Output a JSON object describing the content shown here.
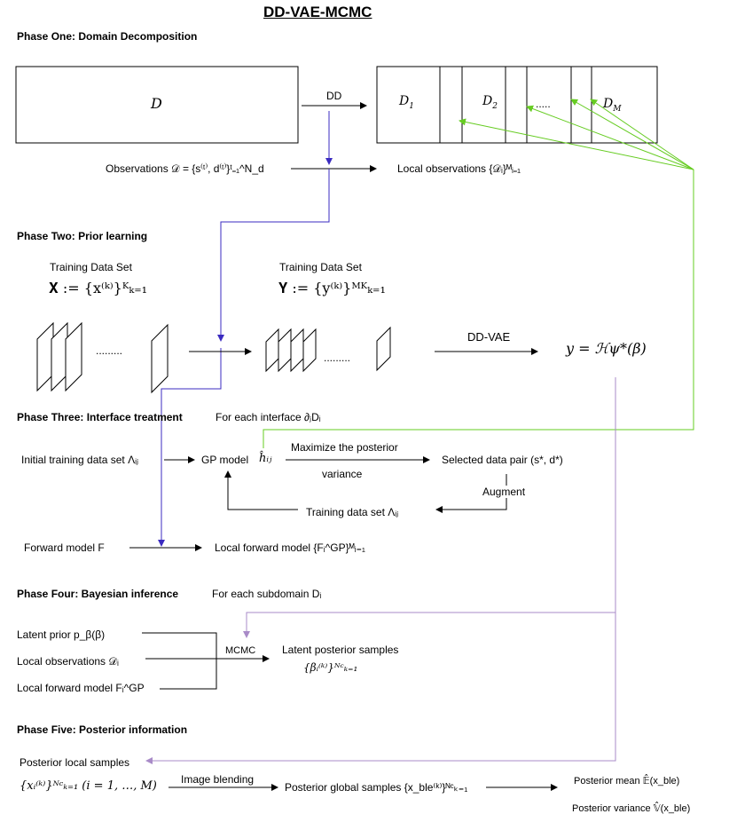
{
  "title": "DD-VAE-MCMC",
  "phase1": {
    "heading": "Phase One: Domain Decomposition",
    "domain": "D",
    "dd_label": "DD",
    "sub1": "D",
    "sub1_idx": "1",
    "sub2": "D",
    "sub2_idx": "2",
    "dots": ".....",
    "subM": "D",
    "subM_idx": "M",
    "observations": "Observations 𝒟 = {s⁽ᵗ⁾, d⁽ᵗ⁾}ᵗ₌₁^N_d",
    "local_obs": "Local observations {𝒟ᵢ}ᴹᵢ₌₁"
  },
  "phase2": {
    "heading": "Phase Two: Prior learning",
    "train_x_title": "Training Data Set",
    "train_x_set": "𝐗 := {x⁽ᵏ⁾}ᴷₖ₌₁",
    "train_y_title": "Training Data Set",
    "train_y_set": "𝐘 := {y⁽ᵏ⁾}ᴹᴷₖ₌₁",
    "dots_x": ".........",
    "dots_y": ".........",
    "ddvae": "DD-VAE",
    "generator": "y = ℋψ*(β)"
  },
  "phase3": {
    "heading": "Phase Three: Interface treatment",
    "for_each": "For each interface ∂ⱼDᵢ",
    "initial": "Initial training data set Λᵢⱼ",
    "gp_model": "GP model",
    "gp_sym": "ĥᵢⱼ",
    "maximize": "Maximize the posterior",
    "variance": "variance",
    "selected": "Selected data pair (s*, d*)",
    "augment": "Augment",
    "training": "Training data set Λᵢⱼ",
    "forward": "Forward model F",
    "local_forward": "Local forward model {Fᵢ^GP}ᴹᵢ₌₁"
  },
  "phase4": {
    "heading": "Phase Four: Bayesian inference",
    "for_each": "For each subdomain Dᵢ",
    "latent_prior": "Latent prior p_β(β)",
    "local_obs": "Local observations 𝒟ᵢ",
    "local_forward": "Local forward model Fᵢ^GP",
    "mcmc": "MCMC",
    "post_samples": "Latent posterior samples",
    "post_set": "{βᵢ⁽ᵏ⁾}ᴺᶜₖ₌₁"
  },
  "phase5": {
    "heading": "Phase Five: Posterior information",
    "local_samples": "Posterior local samples",
    "local_set": "{xᵢ⁽ᵏ⁾}ᴺᶜₖ₌₁ (i = 1, …, M)",
    "blending": "Image blending",
    "global": "Posterior global samples {x_ble⁽ᵏ⁾}ᴺᶜₖ₌₁",
    "mean": "Posterior mean 𝔼̂(x_ble)",
    "var": "Posterior variance 𝕍̂(x_ble)"
  },
  "colors": {
    "blue": "#3b2bc0",
    "green": "#66cc22",
    "purple": "#a98bc8",
    "black": "#000000"
  }
}
